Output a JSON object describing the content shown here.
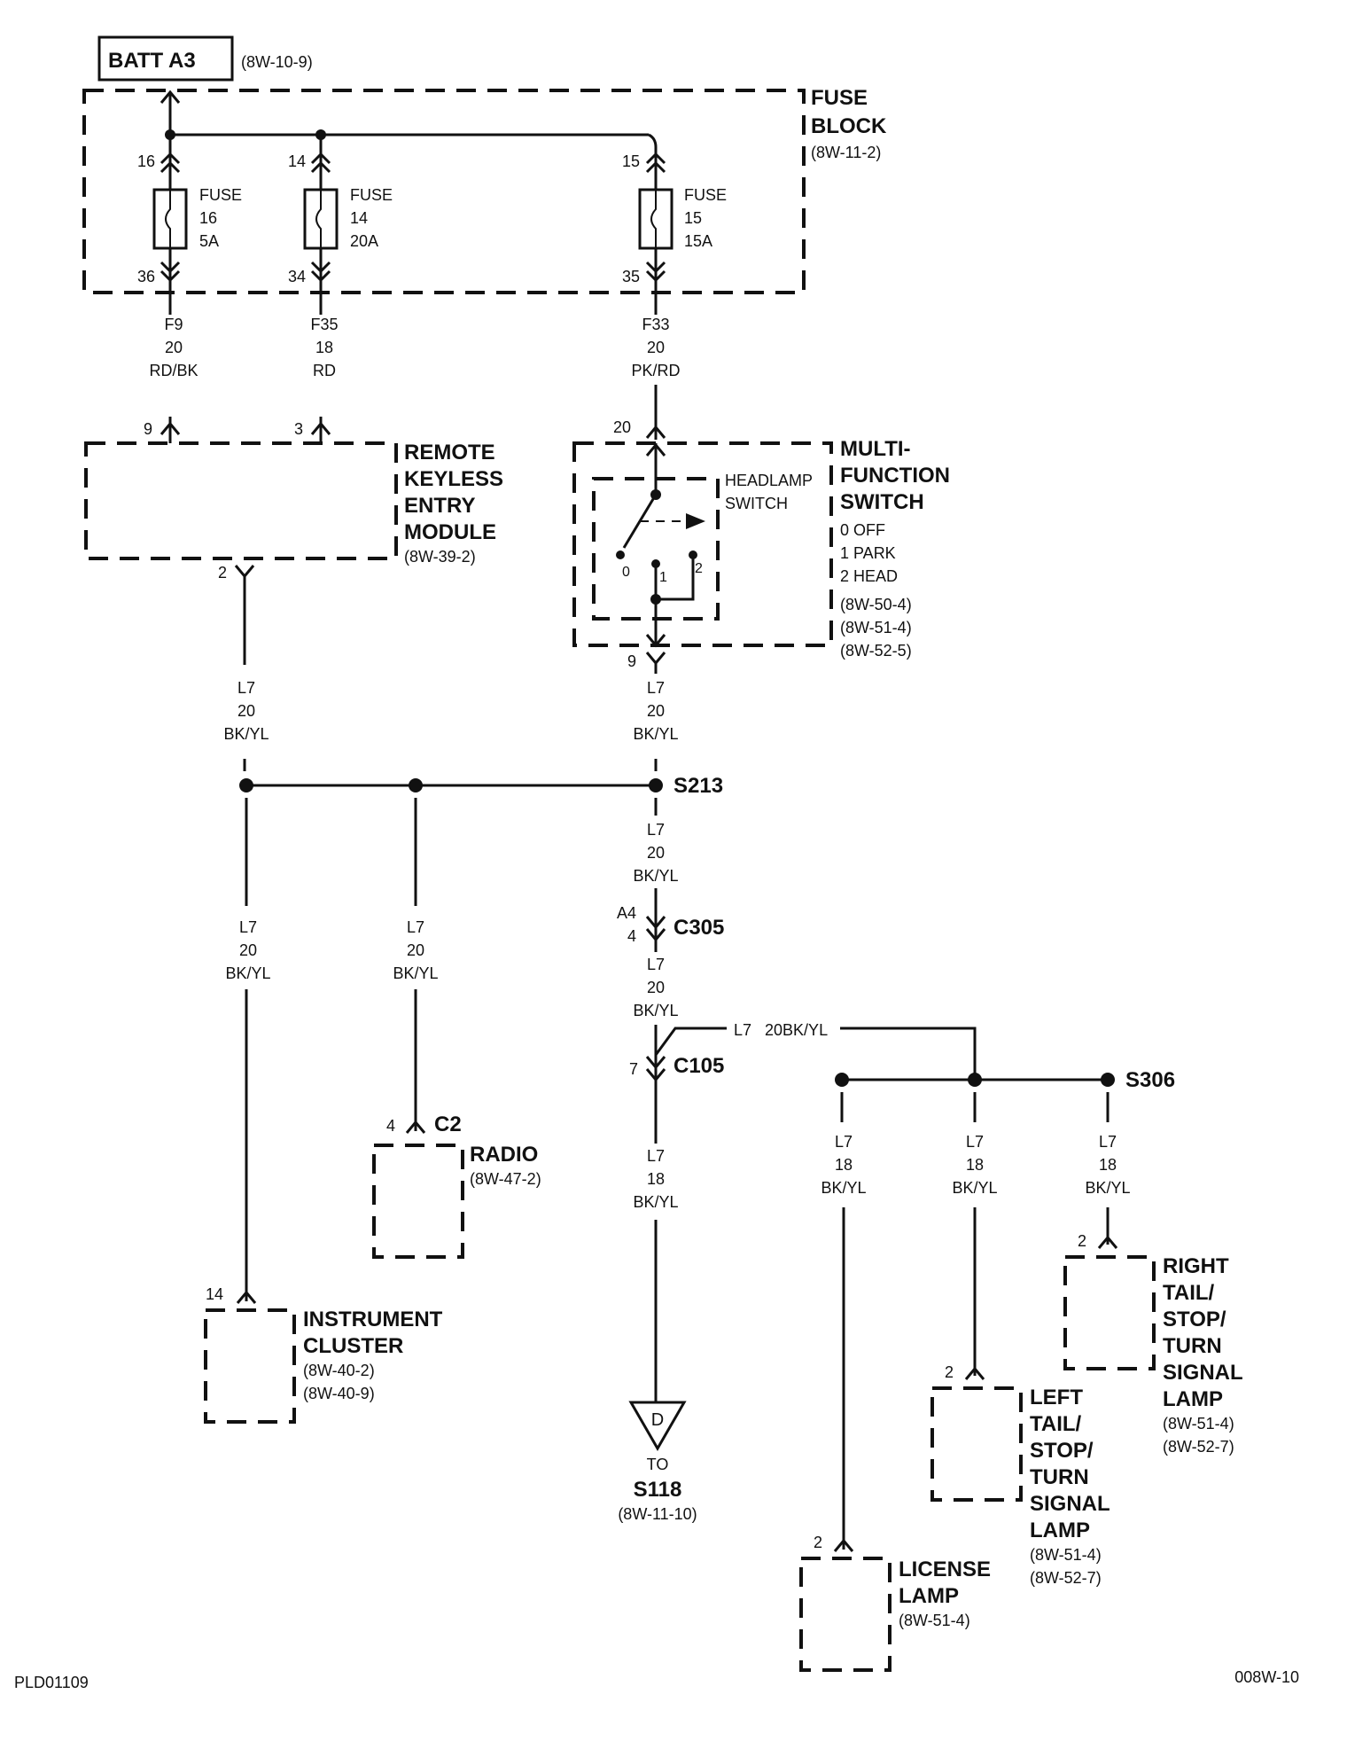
{
  "batt": {
    "label": "BATT A3",
    "ref": "(8W-10-9)"
  },
  "fuse_block": {
    "title1": "FUSE",
    "title2": "BLOCK",
    "ref": "(8W-11-2)"
  },
  "fuses": [
    {
      "in_pin": "16",
      "out_pin": "36",
      "word": "FUSE",
      "num": "16",
      "amps": "5A"
    },
    {
      "in_pin": "14",
      "out_pin": "34",
      "word": "FUSE",
      "num": "14",
      "amps": "20A"
    },
    {
      "in_pin": "15",
      "out_pin": "35",
      "word": "FUSE",
      "num": "15",
      "amps": "15A"
    }
  ],
  "wires": {
    "f9": {
      "c": "F9",
      "g": "20",
      "col": "RD/BK"
    },
    "f35": {
      "c": "F35",
      "g": "18",
      "col": "RD"
    },
    "f33": {
      "c": "F33",
      "g": "20",
      "col": "PK/RD"
    },
    "l7_20": {
      "c": "L7",
      "g": "20",
      "col": "BK/YL"
    },
    "l7_18": {
      "c": "L7",
      "g": "18",
      "col": "BK/YL"
    },
    "l7_branch": "L7   20BK/YL"
  },
  "rke": {
    "pin_in1": "9",
    "pin_in2": "3",
    "pin_out": "2",
    "l1": "REMOTE",
    "l2": "KEYLESS",
    "l3": "ENTRY",
    "l4": "MODULE",
    "ref": "(8W-39-2)"
  },
  "mfs": {
    "pin_in": "20",
    "pin_out": "9",
    "l1": "MULTI-",
    "l2": "FUNCTION",
    "l3": "SWITCH",
    "p0": "0 OFF",
    "p1": "1 PARK",
    "p2": "2 HEAD",
    "ref1": "(8W-50-4)",
    "ref2": "(8W-51-4)",
    "ref3": "(8W-52-5)",
    "hs1": "HEADLAMP",
    "hs2": "SWITCH",
    "t0": "0",
    "t1": "1",
    "t2": "2"
  },
  "splices": {
    "s213": "S213",
    "s306": "S306"
  },
  "c305": {
    "label": "C305",
    "pin_a": "A4",
    "pin_b": "4"
  },
  "c105": {
    "label": "C105",
    "pin": "7"
  },
  "radio": {
    "pin": "4",
    "conn": "C2",
    "label": "RADIO",
    "ref": "(8W-47-2)"
  },
  "cluster": {
    "pin": "14",
    "l1": "INSTRUMENT",
    "l2": "CLUSTER",
    "ref1": "(8W-40-2)",
    "ref2": "(8W-40-9)"
  },
  "ground": {
    "letter": "D",
    "to": "TO",
    "dest": "S118",
    "ref": "(8W-11-10)"
  },
  "license": {
    "pin": "2",
    "l1": "LICENSE",
    "l2": "LAMP",
    "ref": "(8W-51-4)"
  },
  "left_lamp": {
    "pin": "2",
    "l1": "LEFT",
    "l2": "TAIL/",
    "l3": "STOP/",
    "l4": "TURN",
    "l5": "SIGNAL",
    "l6": "LAMP",
    "ref1": "(8W-51-4)",
    "ref2": "(8W-52-7)"
  },
  "right_lamp": {
    "pin": "2",
    "l1": "RIGHT",
    "l2": "TAIL/",
    "l3": "STOP/",
    "l4": "TURN",
    "l5": "SIGNAL",
    "l6": "LAMP",
    "ref1": "(8W-51-4)",
    "ref2": "(8W-52-7)"
  },
  "footer": {
    "left": "PLD01109",
    "right": "008W-10"
  }
}
